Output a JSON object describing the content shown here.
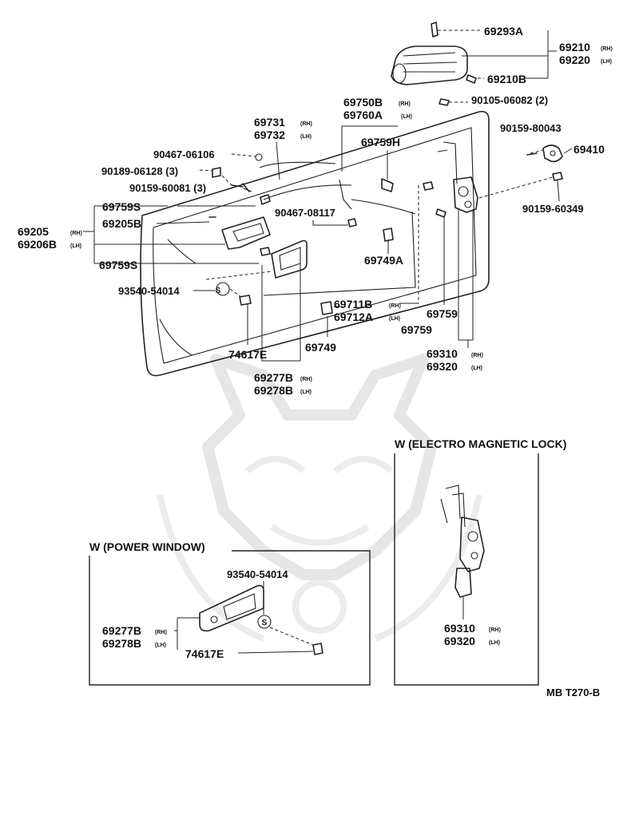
{
  "labels": {
    "p69293A": "69293A",
    "p69210": "69210",
    "p69220": "69220",
    "p69210B": "69210B",
    "p90105": "90105-06082 (2)",
    "p69750B": "69750B",
    "p69760A": "69760A",
    "p69731": "69731",
    "p69732": "69732",
    "p69759H": "69759H",
    "p90159_80043": "90159-80043",
    "p69410": "69410",
    "p90467_06106": "90467-06106",
    "p90189": "90189-06128 (3)",
    "p90159_60081": "90159-60081 (3)",
    "p69759S_a": "69759S",
    "p69205B": "69205B",
    "p69205": "69205",
    "p69206B": "69206B",
    "p69759S_b": "69759S",
    "p90467_08117": "90467-08117",
    "p90159_60349": "90159-60349",
    "p69749A": "69749A",
    "p93540": "93540-54014",
    "p69711B": "69711B",
    "p69712A": "69712A",
    "p69759_a": "69759",
    "p69759_b": "69759",
    "p69749": "69749",
    "p74617E": "74617E",
    "p69310": "69310",
    "p69320": "69320",
    "p69277B": "69277B",
    "p69278B": "69278B"
  },
  "side_tags": {
    "rh": "(RH)",
    "lh": "(LH)"
  },
  "insets": {
    "power_window": {
      "title": "W (POWER WINDOW)",
      "p93540": "93540-54014",
      "p69277B": "69277B",
      "p69278B": "69278B",
      "p74617E": "74617E"
    },
    "electro_magnetic_lock": {
      "title": "W (ELECTRO MAGNETIC LOCK)",
      "p69310": "69310",
      "p69320": "69320"
    }
  },
  "drawing_code": "MB T270-B",
  "icons": {
    "clip_symbol": "S"
  }
}
